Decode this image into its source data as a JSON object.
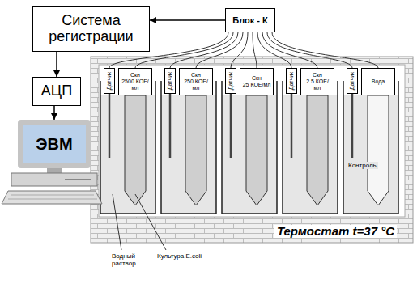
{
  "diagram": {
    "nodes": [
      {
        "text": [
          "Система регистрации"
        ]
      },
      {
        "text": [
          "Блок - К"
        ]
      },
      {
        "text": [
          "АЦП"
        ]
      },
      {
        "text": [
          "ЭВМ"
        ]
      },
      {
        "text": [
          "Термостат t=37 °С"
        ]
      },
      {
        "text": [
          "Датчик"
        ],
        "in": 4
      },
      {
        "text": [
          "Скн",
          "2500 КОЕ/мл"
        ],
        "in": 4
      },
      {
        "text": [
          "Датчик"
        ],
        "in": 4
      },
      {
        "text": [
          "Скн",
          "250 КОЕ/мл"
        ],
        "in": 4
      },
      {
        "text": [
          "Датчик"
        ],
        "in": 4
      },
      {
        "text": [
          "Скн",
          "25 КОЕ/мл"
        ],
        "in": 4
      },
      {
        "text": [
          "Датчик"
        ],
        "in": 4
      },
      {
        "text": [
          "Скн",
          "2.5 КОЕ/мл"
        ],
        "in": 4
      },
      {
        "text": [
          "Датчик"
        ],
        "in": 4
      },
      {
        "text": [
          "Вода"
        ],
        "in": 4
      }
    ],
    "edges": [
      {
        "from": 1,
        "to": 0,
        "arrow": "to"
      },
      {
        "from": 0,
        "to": 2,
        "arrow": "to"
      },
      {
        "from": 2,
        "to": 3,
        "arrow": "to"
      },
      {
        "from": 5,
        "to": 1,
        "arrow": "none"
      },
      {
        "from": 6,
        "to": 1,
        "arrow": "none"
      },
      {
        "from": 7,
        "to": 1,
        "arrow": "none"
      },
      {
        "from": 8,
        "to": 1,
        "arrow": "none"
      },
      {
        "from": 9,
        "to": 1,
        "arrow": "none"
      },
      {
        "from": 10,
        "to": 1,
        "arrow": "none"
      },
      {
        "from": 11,
        "to": 1,
        "arrow": "none"
      },
      {
        "from": 12,
        "to": 1,
        "arrow": "none"
      },
      {
        "from": 13,
        "to": 1,
        "arrow": "none"
      },
      {
        "from": 14,
        "to": 1,
        "arrow": "none"
      }
    ],
    "labels": [
      "Контроль",
      "Водный раствор",
      "Культура E.coli"
    ]
  }
}
